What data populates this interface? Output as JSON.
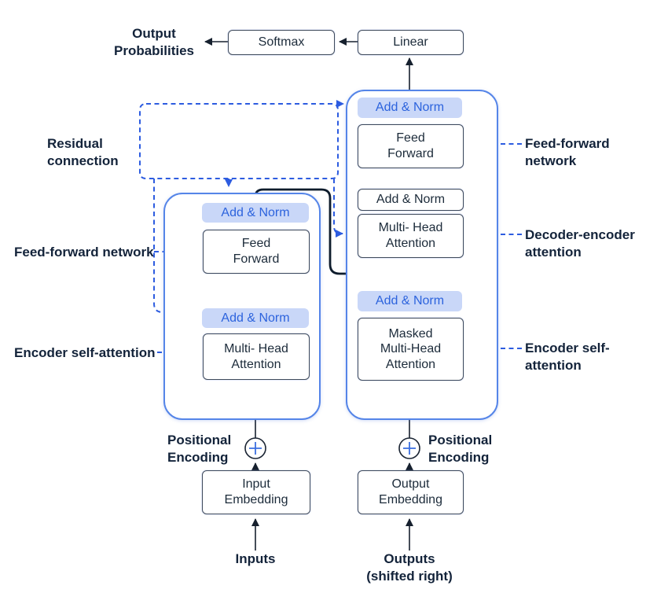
{
  "title": "Transformer architecture diagram",
  "colors": {
    "accent_blue": "#2d5ce0",
    "add_norm_bg": "#c9d7f8",
    "add_norm_text": "#2c63dd",
    "container_border": "#5585e8",
    "line_dark": "#16202e",
    "label_text": "#13233a"
  },
  "top": {
    "output_probabilities": "Output\nProbabilities",
    "softmax": "Softmax",
    "linear": "Linear"
  },
  "encoder": {
    "add_norm_top": "Add & Norm",
    "feed_forward": "Feed\nForward",
    "add_norm_bottom": "Add & Norm",
    "attention": "Multi- Head\nAttention"
  },
  "decoder": {
    "add_norm_top": "Add & Norm",
    "feed_forward": "Feed\nForward",
    "add_norm_mid": "Add & Norm",
    "attention": "Multi- Head\nAttention",
    "add_norm_bottom": "Add & Norm",
    "masked_attention": "Masked\nMulti-Head\nAttention"
  },
  "bottom": {
    "positional_encoding_left": "Positional\nEncoding",
    "positional_encoding_right": "Positional\nEncoding",
    "input_embedding": "Input\nEmbedding",
    "output_embedding": "Output\nEmbedding",
    "inputs": "Inputs",
    "outputs": "Outputs\n(shifted right)"
  },
  "annotations": {
    "residual_connection": "Residual\nconnection",
    "feed_forward_left": "Feed-forward network",
    "encoder_self_attention_left": "Encoder self-attention",
    "feed_forward_right": "Feed-forward\nnetwork",
    "decoder_encoder_attention": "Decoder-encoder\nattention",
    "encoder_self_attention_right": "Encoder self-\nattention"
  },
  "icons": {
    "positional_add": "plus-in-circle"
  }
}
